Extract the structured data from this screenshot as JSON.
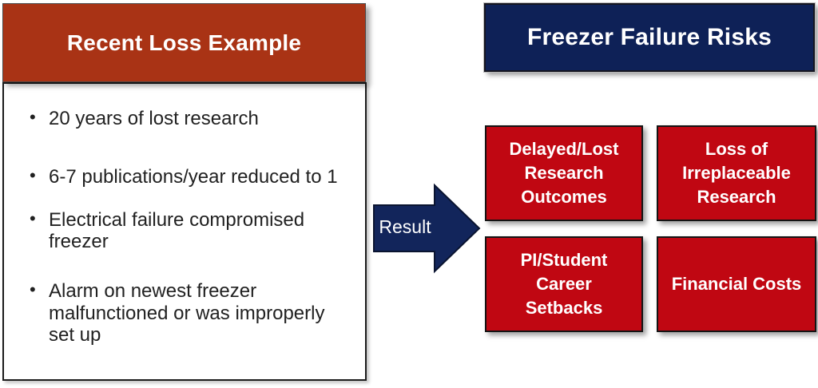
{
  "left_panel": {
    "title": "Recent Loss Example",
    "bullets": [
      "20 years of lost research",
      "6-7 publications/year reduced to 1",
      "Electrical failure compromised freezer",
      "Alarm on newest freezer malfunctioned or was improperly set up"
    ]
  },
  "arrow": {
    "label": "Result"
  },
  "right_panel": {
    "title": "Freezer Failure Risks",
    "risks": [
      "Delayed/Lost Research Outcomes",
      "Loss of Irreplaceable Research",
      "PI/Student Career Setbacks",
      "Financial Costs"
    ]
  },
  "colors": {
    "left_header_red": "#A93315",
    "navy_blue": "#0E2157",
    "risk_red": "#C00712",
    "bullet_text": "#212121",
    "title_text": "#ffffff"
  }
}
